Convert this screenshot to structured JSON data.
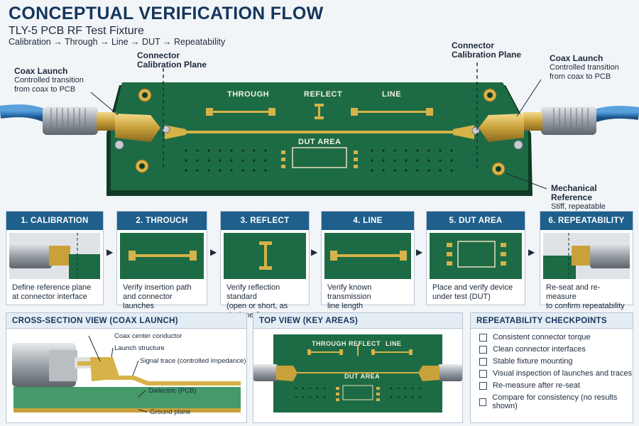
{
  "header": {
    "title": "CONCEPTUAL VERIFICATION FLOW",
    "subtitle": "TLY-5 PCB RF Test Fixture",
    "flow": "Calibration → Through → Line → DUT → Repeatability"
  },
  "hero": {
    "left_launch": {
      "title": "Coax Launch",
      "desc1": "Controlled transition",
      "desc2": "from coax to PCB"
    },
    "left_plane": {
      "line1": "Connector",
      "line2": "Calibration Plane"
    },
    "right_plane": {
      "line1": "Connector",
      "line2": "Calibration Plane"
    },
    "right_launch": {
      "title": "Coax Launch",
      "desc1": "Controlled transition",
      "desc2": "from coax to PCB"
    },
    "mech_ref": {
      "title": "Mechanical Reference",
      "desc": "Stiff, repeatable mounting"
    },
    "board_labels": {
      "through": "THROUGH",
      "reflect": "REFLECT",
      "line": "LINE",
      "dut": "DUT AREA"
    }
  },
  "steps": [
    {
      "title": "1. CALIBRATION PLANE",
      "desc1": "Define reference plane",
      "desc2": "at connector interface"
    },
    {
      "title": "2. THROUCH",
      "desc1": "Verify insertion path",
      "desc2": "and connector launches"
    },
    {
      "title": "3. REFLECT",
      "desc1": "Verify reflection standard",
      "desc2": "(open or short, as designed)"
    },
    {
      "title": "4. LINE",
      "desc1": "Verify known transmission",
      "desc2": "line length"
    },
    {
      "title": "5. DUT AREA",
      "desc1": "Place and verify device",
      "desc2": "under test (DUT)"
    },
    {
      "title": "6. REPEATABILITY",
      "desc1": "Re-seat and re-measure",
      "desc2": "to confirm repeatability"
    }
  ],
  "cross_section": {
    "title": "CROSS-SECTION VIEW (COAX LAUNCH)",
    "labels": {
      "center": "Coax center conductor",
      "launch": "Launch structure",
      "trace": "Signal trace (controlled impedance)",
      "dielectric": "Dielectric (PCB)",
      "ground": "Ground plane"
    }
  },
  "top_view": {
    "title": "TOP VIEW (KEY AREAS)",
    "labels": {
      "through": "THROUGH",
      "reflect": "REFLECT",
      "line": "LINE",
      "dut": "DUT AREA"
    }
  },
  "checkpoints": {
    "title": "REPEATABILITY CHECKPOINTS",
    "items": [
      "Consistent connector torque",
      "Clean connector interfaces",
      "Stable fixture mounting",
      "Visual inspection of launches and traces",
      "Re-measure after re-seat",
      "Compare for consistency (no results shown)"
    ]
  },
  "colors": {
    "pcb_green": "#1d6b44",
    "copper_gold": "#d6b248",
    "cable_blue": "#2f79b8",
    "header_blue": "#1f5f8b"
  }
}
